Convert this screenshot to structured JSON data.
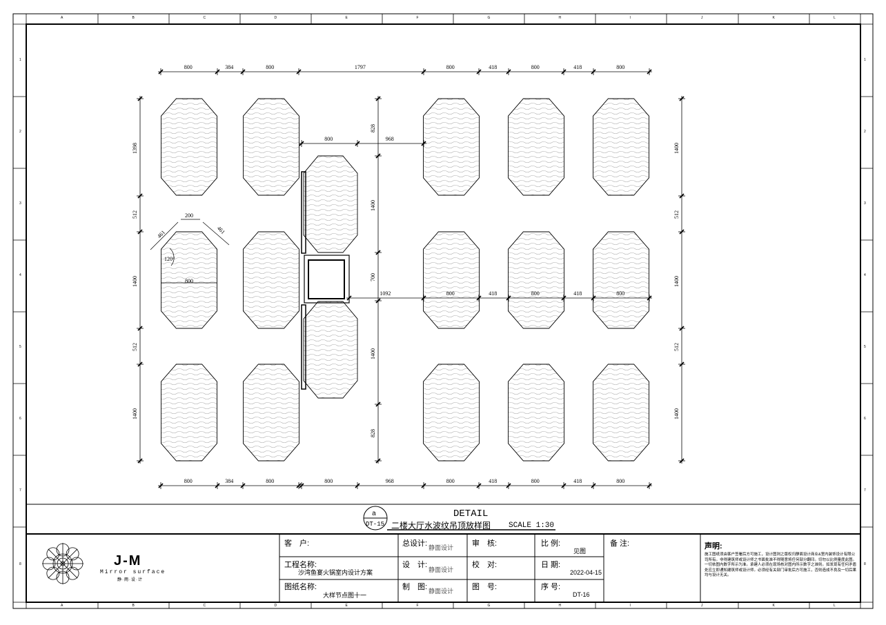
{
  "ruler": {
    "columns": [
      "A",
      "B",
      "C",
      "D",
      "E",
      "F",
      "G",
      "H",
      "I",
      "J",
      "K",
      "L"
    ],
    "rows": [
      "1",
      "2",
      "3",
      "4",
      "5",
      "6",
      "7",
      "8"
    ]
  },
  "dims": {
    "top": [
      "800",
      "384",
      "800",
      "1797",
      "800",
      "418",
      "800",
      "418",
      "800"
    ],
    "bottom": [
      "800",
      "384",
      "800",
      "800",
      "968",
      "800",
      "418",
      "800",
      "418",
      "800"
    ],
    "left": [
      "1398",
      "512",
      "1400",
      "512",
      "1400"
    ],
    "right": [
      "1400",
      "512",
      "1400",
      "512",
      "1400"
    ],
    "mid_vertical": [
      "828",
      "1400",
      "700",
      "1400",
      "828"
    ],
    "upper_horizontal": [
      "800",
      "968"
    ],
    "lower_horizontal": [
      "1092",
      "800",
      "418",
      "800",
      "418",
      "800"
    ],
    "detail_a": "461",
    "detail_b": "200",
    "detail_c": "461",
    "detail_angle": "120°",
    "detail_width": "800"
  },
  "title_block": {
    "circle_letter": "a",
    "circle_ref": "DT-15",
    "detail_word": "DETAIL",
    "drawing_caption": "二楼大厅水波纹吊顶放样图",
    "scale": "SCALE 1:30"
  },
  "logo": {
    "name": "J-M",
    "tagline": "Mirror surface",
    "sub": "静·雨·设·计"
  },
  "info": {
    "client_label": "客　户:",
    "project_label": "工程名称:",
    "project_value": "沙湾鱼宴火锅室内设计方案",
    "drawing_label": "图纸名称:",
    "drawing_value": "大样节点图十一",
    "chief_label": "总设计:",
    "chief_value": "静面设计",
    "design_label": "设　计:",
    "design_value": "静面设计",
    "draft_label": "制　图:",
    "draft_value": "静面设计",
    "review_label": "审　核:",
    "check_label": "校　对:",
    "number_label": "图　号:",
    "scale_label": "比 例:",
    "scale_value": "见图",
    "date_label": "日 期:",
    "date_value": "2022-04-15",
    "seq_label": "序 号:",
    "seq_value": "DT-16",
    "remark_label": "备 注:",
    "statement_label": "声明:",
    "statement_text": "施工图纸须由客户签署后方可施工，设计图则之版权归静面设计商业&室内装饰设计有限公司所有。非得建筑师或设计师之书面批准不得随意将任何部分翻印。切勿以比例量度此图。一切依图内数字所示为准。承建人必须在现场核对图内所示数字之准则。如发现有任何矛盾处应立即通知建筑师或设计师。必须经有关部门审批后方可施工，否则造成不良及一切后果均与设计无关。"
  }
}
